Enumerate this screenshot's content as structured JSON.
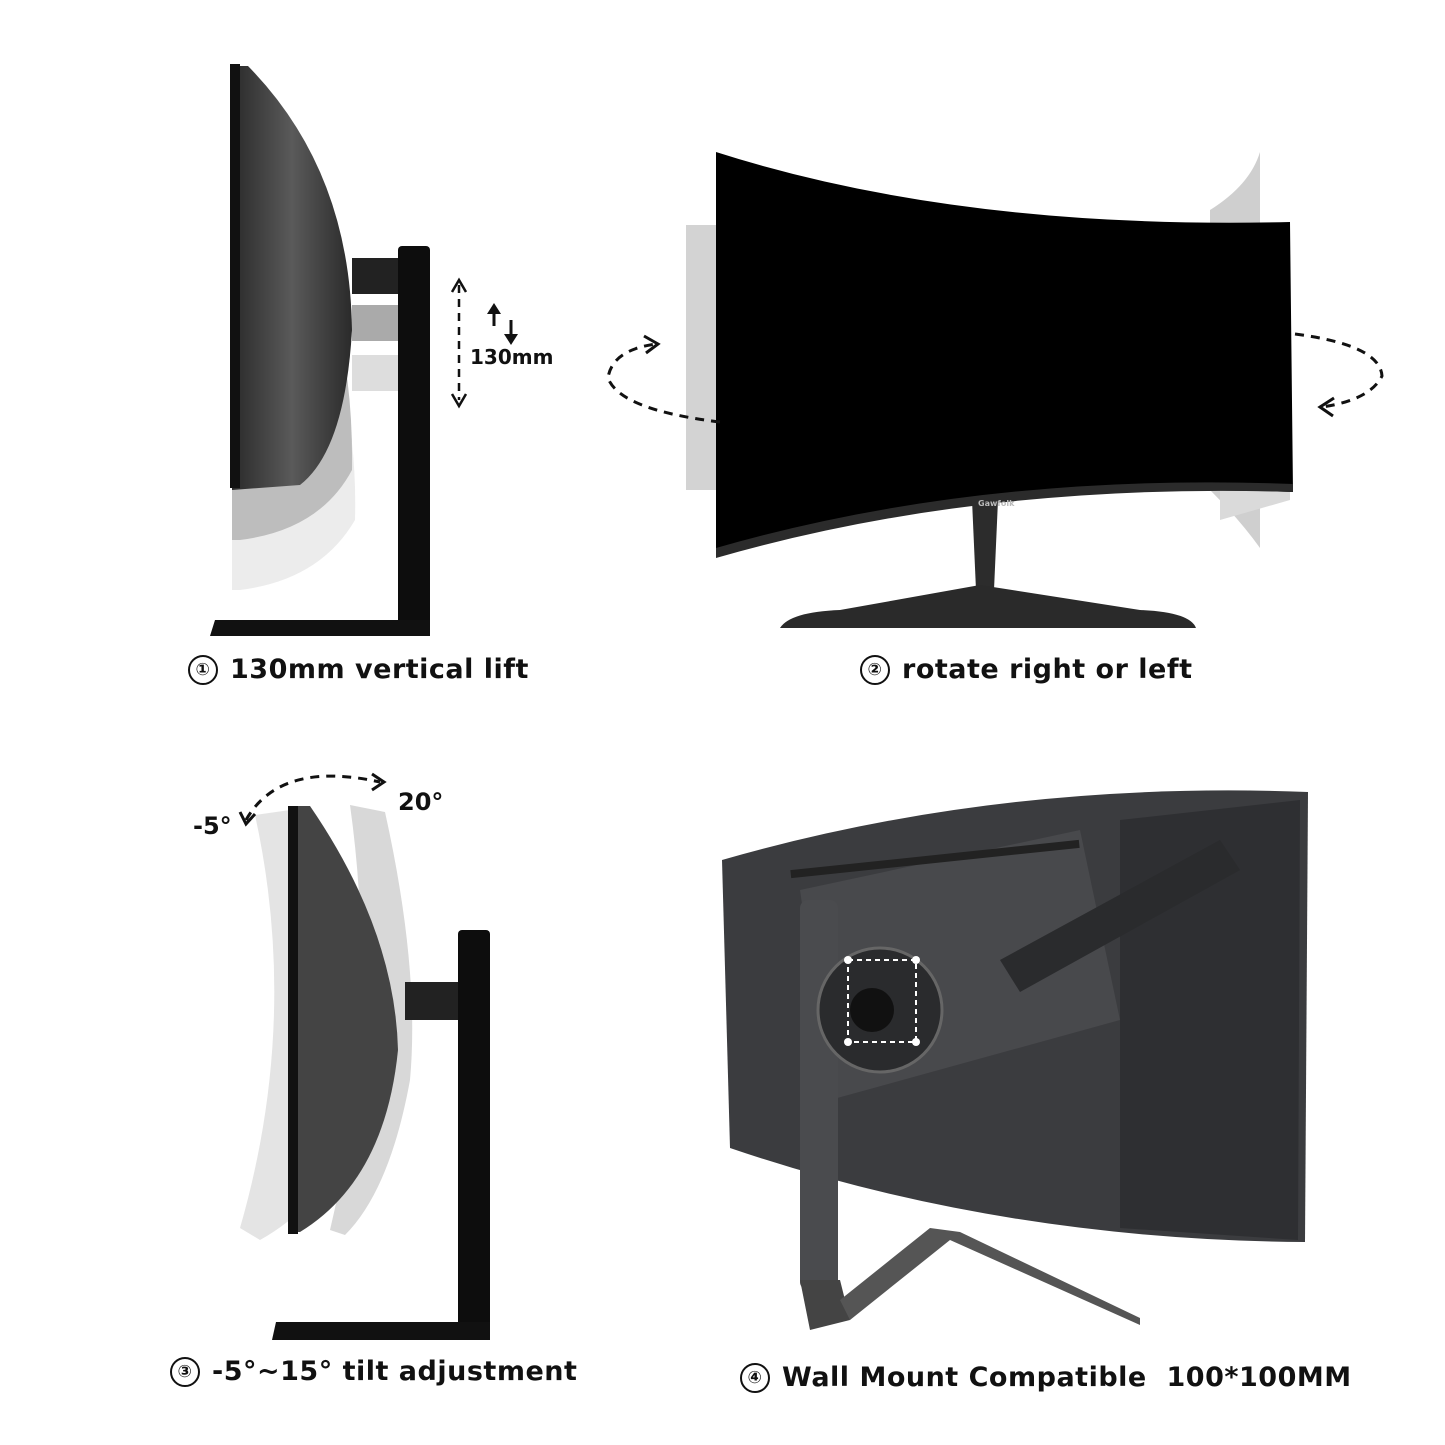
{
  "panels": {
    "lift": {
      "caption_num": "①",
      "caption": "130mm vertical lift",
      "measure_label": "130mm"
    },
    "rotate": {
      "caption_num": "②",
      "caption": "rotate right or left",
      "brand": "Gawfolk"
    },
    "tilt": {
      "caption_num": "③",
      "caption": "-5°~15° tilt adjustment",
      "minus_label": "-5°",
      "plus_label": "20°"
    },
    "wall": {
      "caption_num": "④",
      "caption": "Wall Mount Compatible  100*100MM"
    }
  },
  "colors": {
    "monitor_dark": "#1e1e1e",
    "screen_black": "#000000",
    "ghost_gray": "#c8c8c8",
    "rear_gray": "#3a3b3d",
    "text": "#111111"
  }
}
